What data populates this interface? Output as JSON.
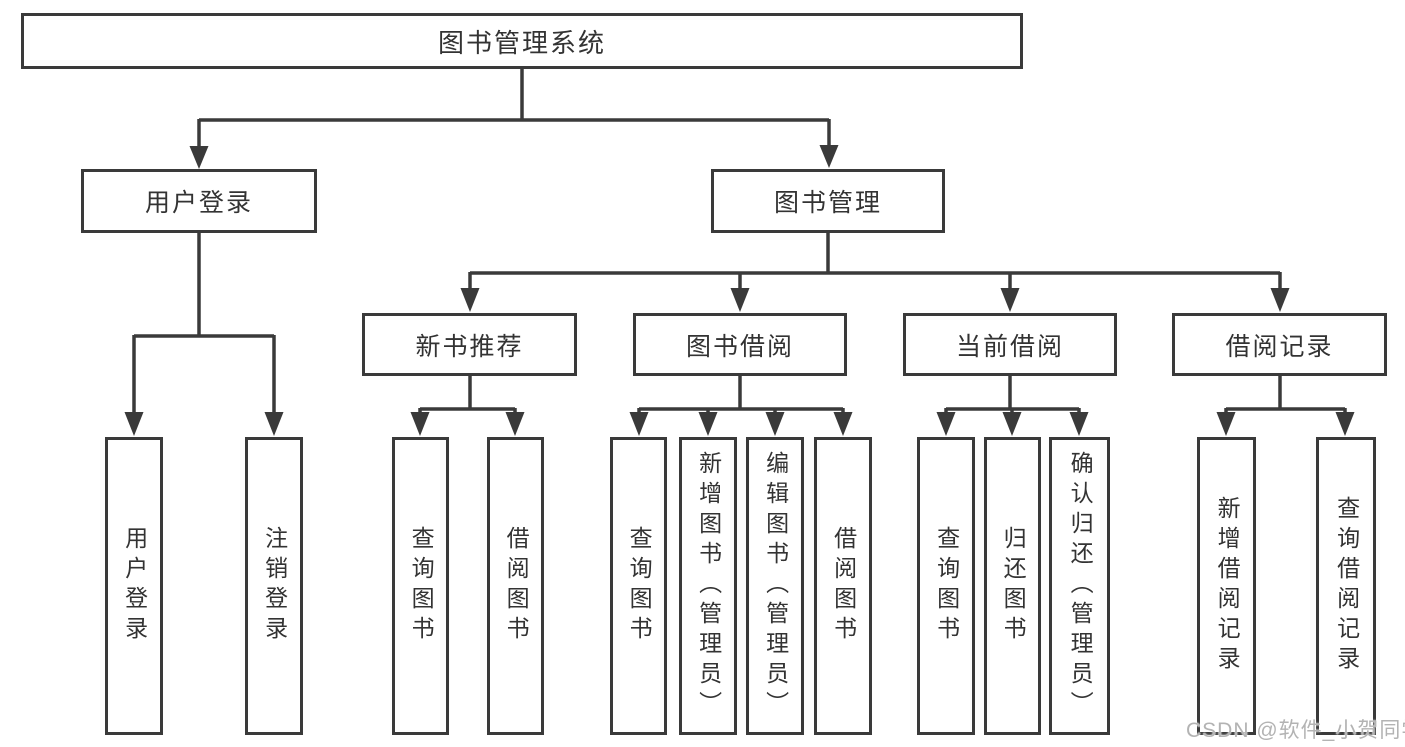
{
  "colors": {
    "line": "#3a3a3a",
    "box_border": "#3a3a3a",
    "text": "#333333",
    "background": "#ffffff",
    "watermark": "#b3b3b3"
  },
  "watermark": {
    "text": "CSDN @软件_小贺同学"
  },
  "tree": {
    "label": "图书管理系统",
    "children": [
      {
        "label": "用户登录",
        "children": [
          {
            "label": "用户登录"
          },
          {
            "label": "注销登录"
          }
        ]
      },
      {
        "label": "图书管理",
        "children": [
          {
            "label": "新书推荐",
            "children": [
              {
                "label": "查询图书"
              },
              {
                "label": "借阅图书"
              }
            ]
          },
          {
            "label": "图书借阅",
            "children": [
              {
                "label": "查询图书"
              },
              {
                "label": "新增图书（管理员）"
              },
              {
                "label": "编辑图书（管理员）"
              },
              {
                "label": "借阅图书"
              }
            ]
          },
          {
            "label": "当前借阅",
            "children": [
              {
                "label": "查询图书"
              },
              {
                "label": "归还图书"
              },
              {
                "label": "确认归还（管理员）"
              }
            ]
          },
          {
            "label": "借阅记录",
            "children": [
              {
                "label": "新增借阅记录"
              },
              {
                "label": "查询借阅记录"
              }
            ]
          }
        ]
      }
    ]
  }
}
